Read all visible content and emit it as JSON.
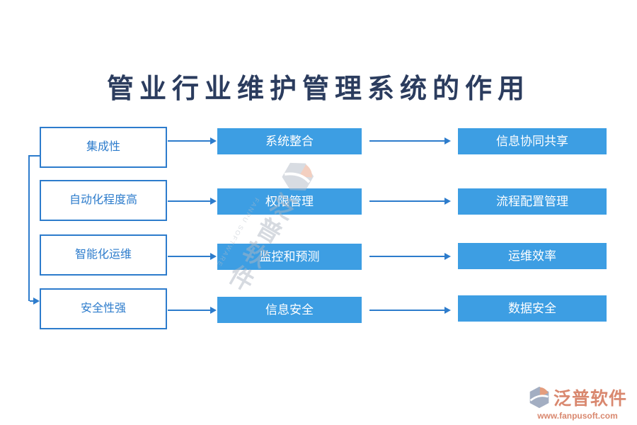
{
  "title": "管业行业维护管理系统的作用",
  "rows": [
    {
      "feature": "集成性",
      "function": "系统整合",
      "benefit": "信息协同共享"
    },
    {
      "feature": "自动化程度高",
      "function": "权限管理",
      "benefit": "流程配置管理"
    },
    {
      "feature": "智能化运维",
      "function": "监控和预测",
      "benefit": "运维效率"
    },
    {
      "feature": "安全性强",
      "function": "信息安全",
      "benefit": "数据安全"
    }
  ],
  "watermark": {
    "text": "泛普软件",
    "subtext": "FANPU SOFTWARE"
  },
  "footer": {
    "brand": "泛普软件",
    "url": "www.fanpusoft.com"
  },
  "colors": {
    "box_fill": "#3d9ee3",
    "outline": "#2d7ccc",
    "title": "#2b3c5e",
    "brand": "#d9886f"
  }
}
